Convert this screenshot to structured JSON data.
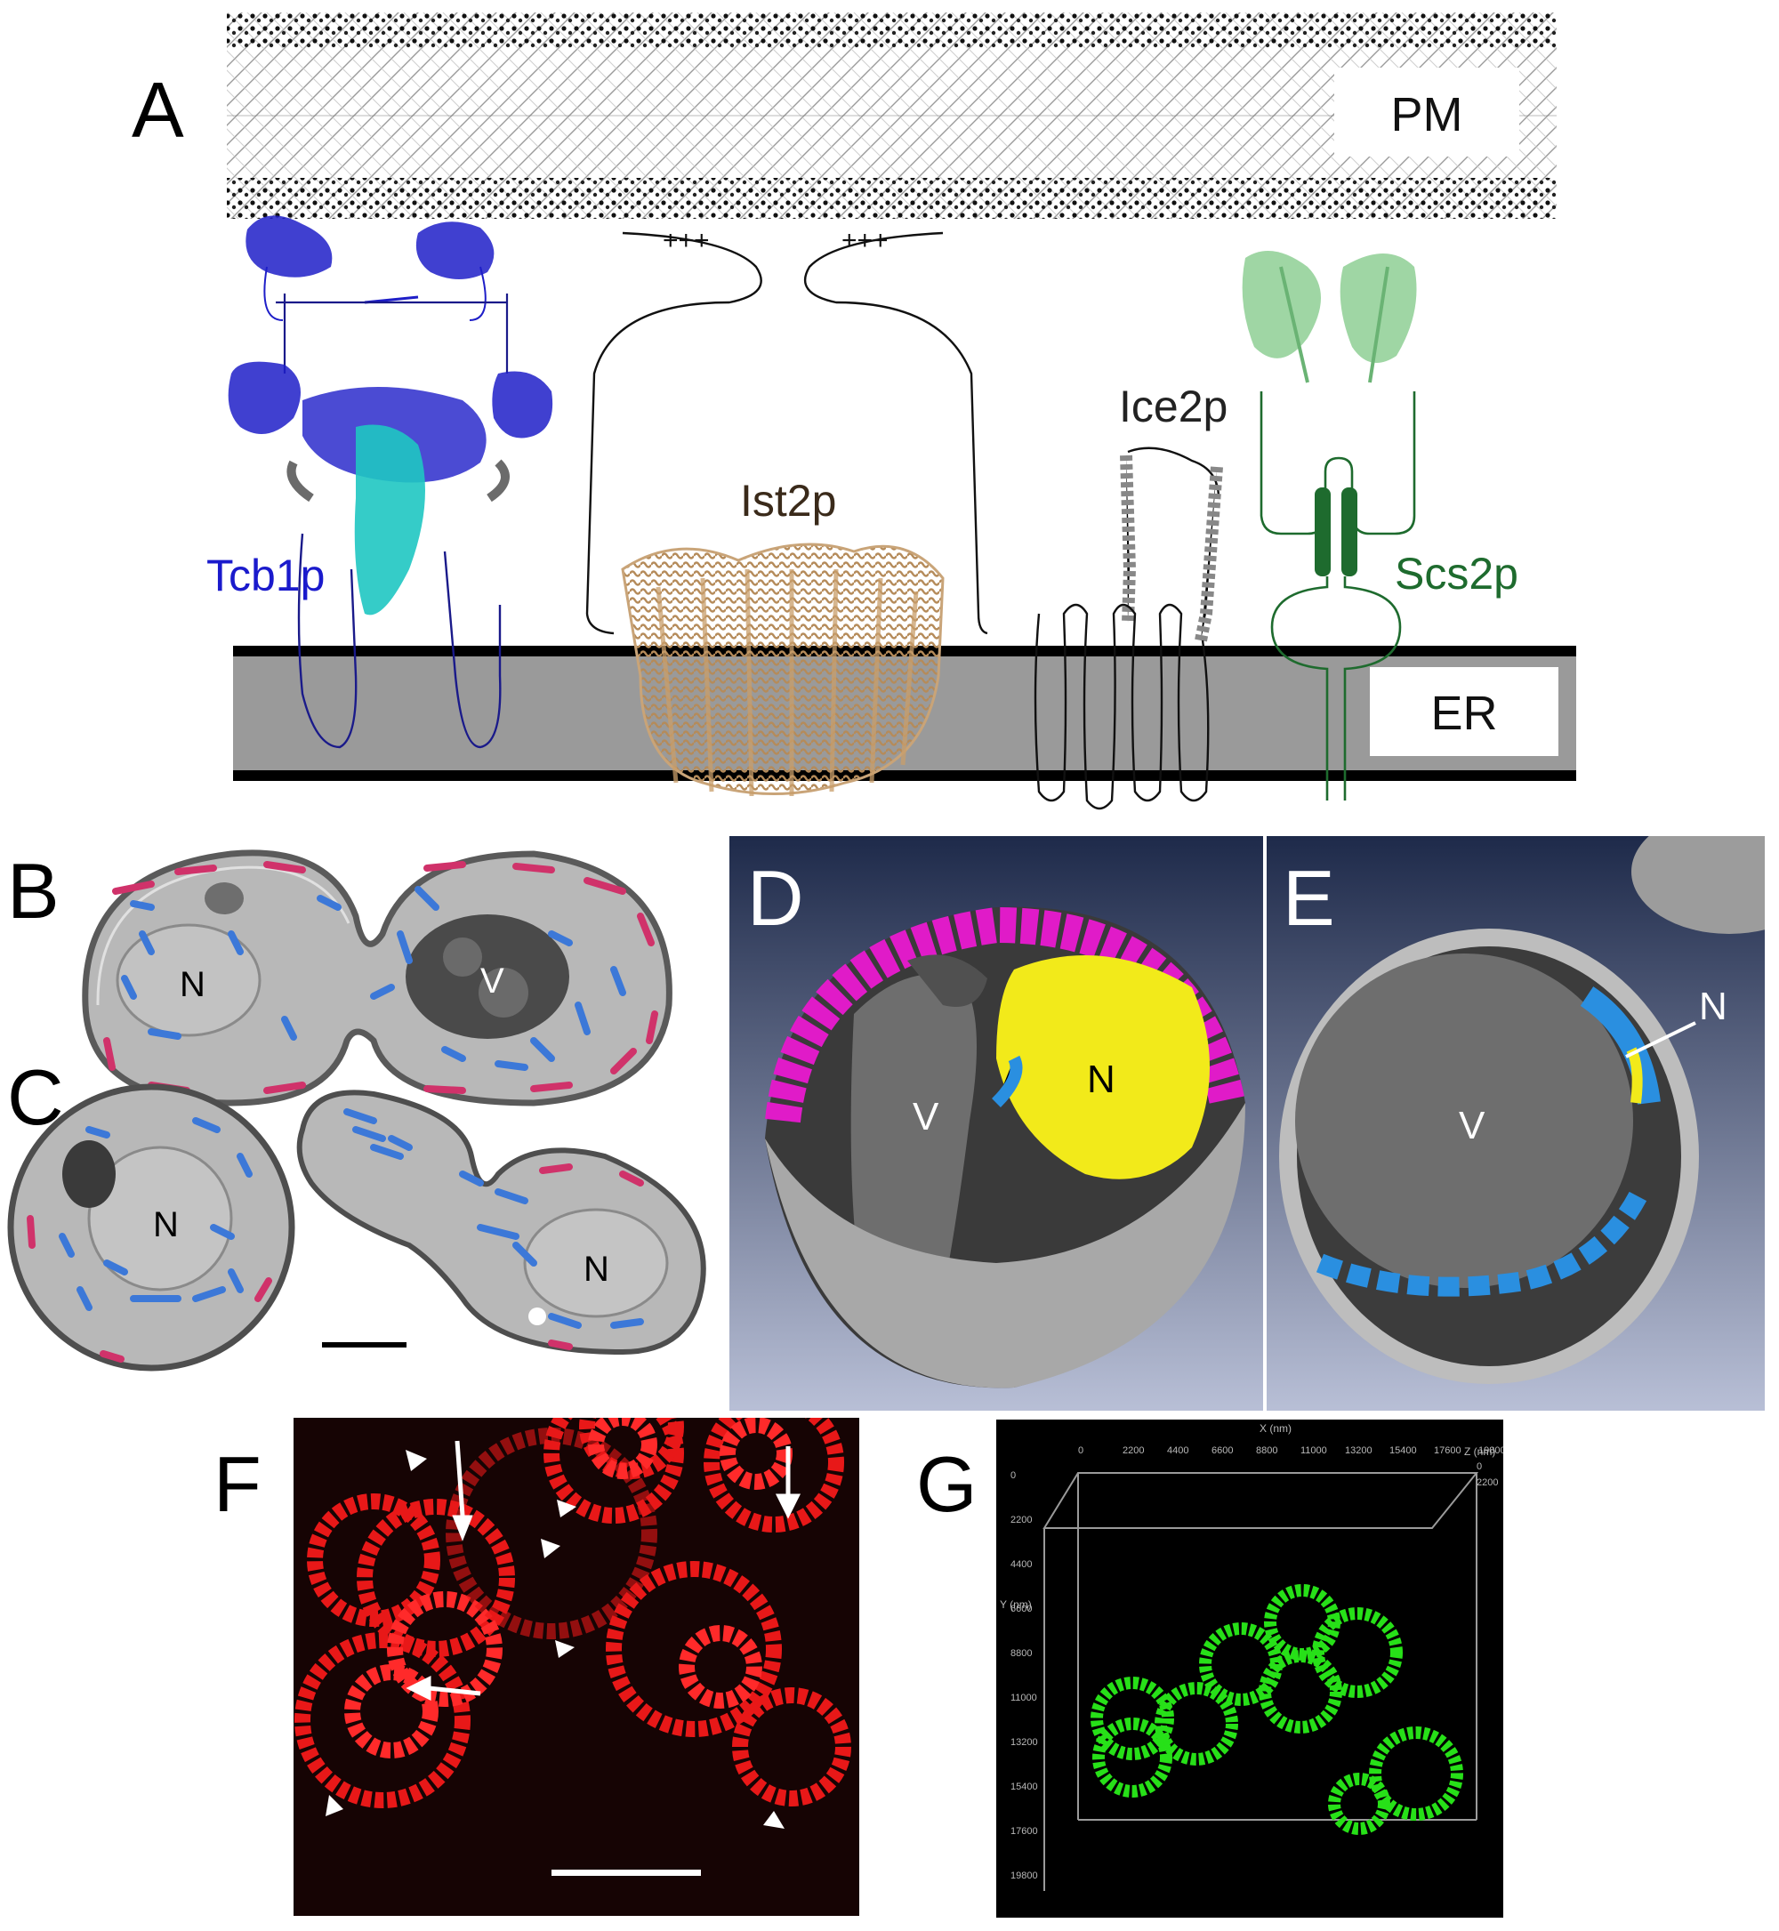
{
  "panels": {
    "A": "A",
    "B": "B",
    "C": "C",
    "D": "D",
    "E": "E",
    "F": "F",
    "G": "G"
  },
  "panel_a": {
    "pm_label": "PM",
    "er_label": "ER",
    "charges_left": "+++",
    "charges_right": "+++",
    "proteins": {
      "tcb1p": "Tcb1p",
      "ist2p": "Ist2p",
      "ice2p": "Ice2p",
      "scs2p": "Scs2p"
    },
    "colors": {
      "tcb1p": "#1a1acc",
      "ist2p": "#3a2a1a",
      "ice2p": "#222222",
      "scs2p": "#1e6b2e",
      "er_fill": "#9a9a9a"
    }
  },
  "panel_b": {
    "nucleus": "N",
    "vacuole": "V"
  },
  "panel_c": {
    "nucleus_left": "N",
    "nucleus_right": "N"
  },
  "panel_d": {
    "vacuole": "V",
    "nucleus": "N",
    "colors": {
      "cortical_er": "#e01bc8",
      "nucleus": "#f2ea1a",
      "er": "#2a8fe0"
    }
  },
  "panel_e": {
    "vacuole": "V",
    "nucleus": "N"
  },
  "panel_g": {
    "x_axis_label": "X (nm)",
    "y_axis_label": "Y (nm)",
    "z_axis_label": "Z (nm)",
    "x_ticks": [
      "0",
      "2200",
      "4400",
      "6600",
      "8800",
      "11000",
      "13200",
      "15400",
      "17600",
      "19800"
    ],
    "y_ticks": [
      "0",
      "2200",
      "4400",
      "6600",
      "8800",
      "11000",
      "13200",
      "15400",
      "17600",
      "19800"
    ],
    "z_ticks": [
      "0",
      "2200"
    ]
  }
}
